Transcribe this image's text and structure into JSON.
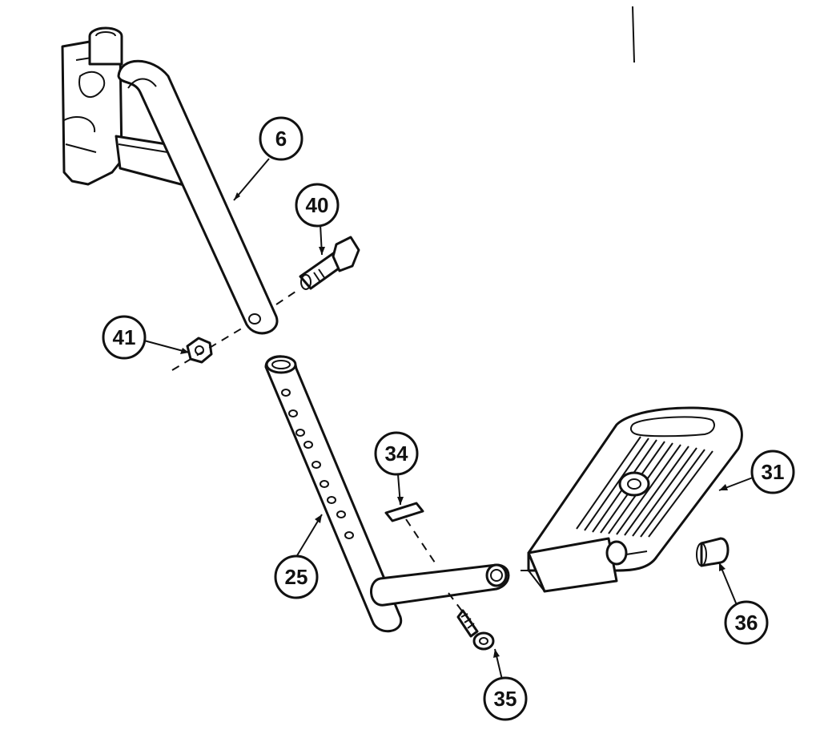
{
  "diagram": {
    "type": "exploded-parts-diagram",
    "colors": {
      "ink": "#111111",
      "paper": "#ffffff"
    },
    "callouts": [
      {
        "id": "6",
        "label": "6"
      },
      {
        "id": "40",
        "label": "40"
      },
      {
        "id": "41",
        "label": "41"
      },
      {
        "id": "34",
        "label": "34"
      },
      {
        "id": "31",
        "label": "31"
      },
      {
        "id": "25",
        "label": "25"
      },
      {
        "id": "36",
        "label": "36"
      },
      {
        "id": "35",
        "label": "35"
      }
    ]
  }
}
